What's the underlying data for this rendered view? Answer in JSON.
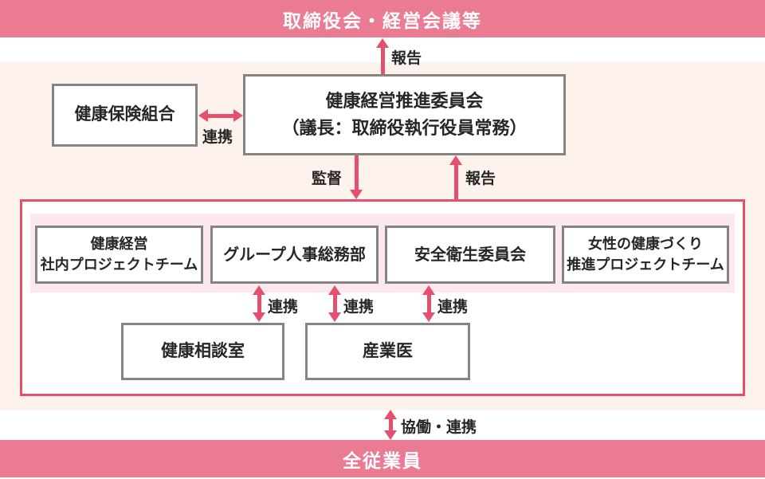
{
  "colors": {
    "banner_pink": "#eb7b92",
    "accent_pink": "#e6506f",
    "cream_background": "#fdf3ec",
    "strip_pink": "#fce8ee",
    "box_border_gray": "#848484",
    "text": "#262626"
  },
  "banners": {
    "top": "取締役会・経営会議等",
    "bottom": "全従業員"
  },
  "boxes": {
    "insurance": "健康保険組合",
    "committee_line1": "健康経営推進委員会",
    "committee_line2": "（議長：取締役執行役員常務）",
    "strip": [
      {
        "line1": "健康経営",
        "line2": "社内プロジェクトチーム"
      },
      {
        "line1": "グループ人事総務部"
      },
      {
        "line1": "安全衛生委員会"
      },
      {
        "line1": "女性の健康づくり",
        "line2": "推進プロジェクトチーム"
      }
    ],
    "consult_room": "健康相談室",
    "occupational_physician": "産業医"
  },
  "labels": {
    "report_to_board": "報告",
    "cooperation_insurance": "連携",
    "supervision": "監督",
    "report_up": "報告",
    "cooperation_1": "連携",
    "cooperation_2": "連携",
    "cooperation_3": "連携",
    "collaboration_bottom": "協働・連携"
  }
}
